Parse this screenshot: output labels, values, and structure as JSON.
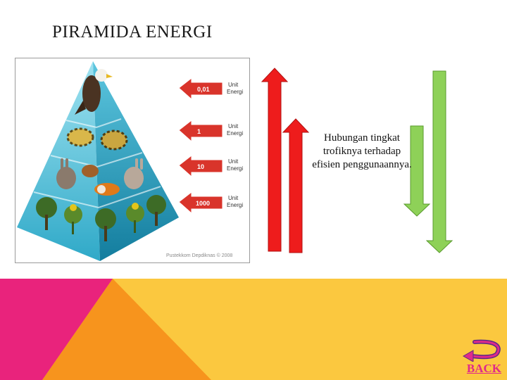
{
  "slide": {
    "title": "PIRAMIDA ENERGI",
    "caption": "Hubungan tingkat trofiknya terhadap efisien penggunaannya.",
    "back_label": "BACK"
  },
  "pyramid": {
    "credit": "Pustekkom Depdiknas © 2008",
    "levels": [
      {
        "value": "0,01",
        "unit1": "Unit",
        "unit2": "Energi"
      },
      {
        "value": "1",
        "unit1": "Unit",
        "unit2": "Energi"
      },
      {
        "value": "10",
        "unit1": "Unit",
        "unit2": "Energi"
      },
      {
        "value": "1000",
        "unit1": "Unit",
        "unit2": "Energi"
      }
    ]
  },
  "colors": {
    "red_arrow": "#ee1c1c",
    "green_arrow": "#8ed158",
    "magenta": "#e9237c",
    "orange": "#f7941d",
    "yellow": "#fbc83f",
    "arrow_label_bg": "#d9342b"
  },
  "icons": [
    "up-arrow-icon",
    "down-arrow-icon",
    "back-return-icon"
  ]
}
